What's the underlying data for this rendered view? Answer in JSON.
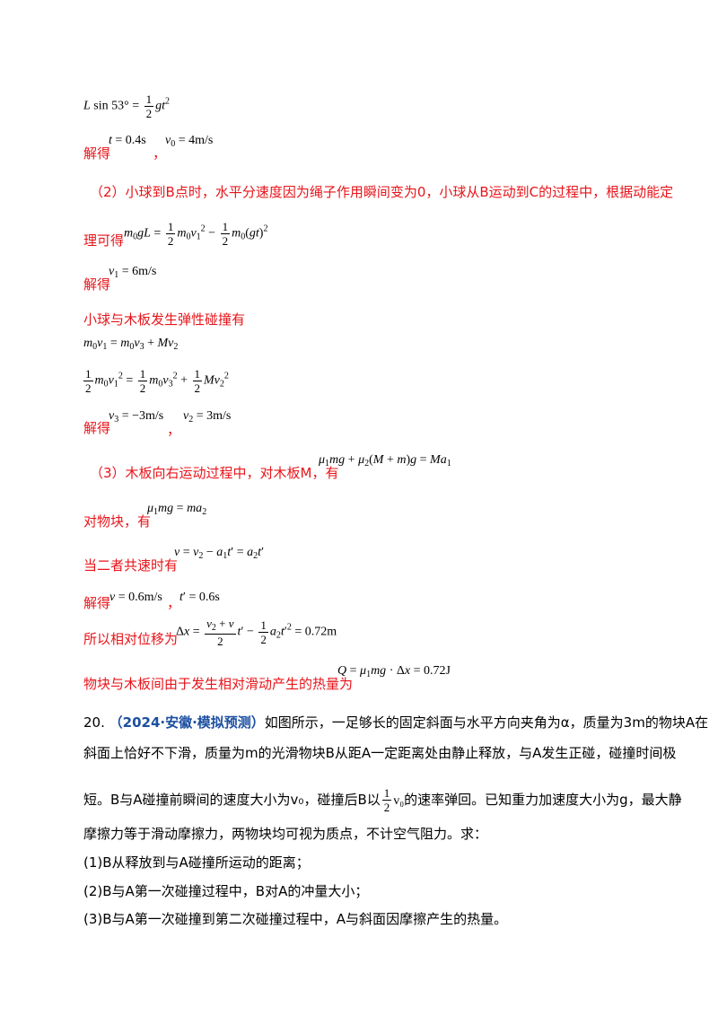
{
  "lines": {
    "l1_eq": "L sin 53° = ½ gt²",
    "l2_label": "解得",
    "l2_eq_a": "t = 0.4s",
    "l2_sep": "，",
    "l2_eq_b": "v₀ = 4m/s",
    "part2_text": "（2）小球到B点时，水平分速度因为绳子作用瞬间变为0，小球从B运动到C的过程中，根据动能定",
    "part2_cont": "理可得",
    "part2_eq": "m₀gL = ½m₀v₁² − ½m₀(gt)²",
    "l5_label": "解得",
    "l5_eq": "v₁ = 6m/s",
    "collision_text": "小球与木板发生弹性碰撞有",
    "eq_momentum": "m₀v₁ = m₀v₃ + Mv₂",
    "eq_energy": "½m₀v₁² = ½m₀v₃² + ½Mv₂²",
    "l8_label": "解得",
    "l8_eq_a": "v₃ = −3m/s",
    "l8_sep": "，",
    "l8_eq_b": "v₂ = 3m/s",
    "part3_text": "（3）木板向右运动过程中，对木板M，有",
    "part3_eq": "μ₁mg + μ₂(M + m)g = Ma₁",
    "block_text": "对物块，有",
    "block_eq": "μ₁mg = ma₂",
    "common_text": "当二者共速时有",
    "common_eq": "v = v₂ − a₁t′ = a₂t′",
    "l12_label": "解得",
    "l12_eq_a": "v = 0.6m/s",
    "l12_sep": "，",
    "l12_eq_b": "t′ = 0.6s",
    "disp_text": "所以相对位移为",
    "disp_eq": "Δx = (v₂ + v)/2 · t′ − ½a₂t′² = 0.72m",
    "heat_text": "物块与木板间由于发生相对滑动产生的热量为",
    "heat_eq": "Q = μ₁mg · Δx = 0.72J"
  },
  "problem": {
    "number": "20.",
    "source": "（2024·安徽·模拟预测）",
    "p1": "如图所示，一足够长的固定斜面与水平方向夹角为α，质量为3m的物块A在",
    "p2": "斜面上恰好不下滑，质量为m的光滑物块B从距A一定距离处由静止释放，与A发生正碰，碰撞时间极",
    "p3a": "短。B与A碰撞前瞬间的速度大小为v₀，碰撞后B以",
    "p3_frac_num": "1",
    "p3_frac_den": "2",
    "p3_v": "v₀",
    "p3b": "的速率弹回。已知重力加速度大小为g，最大静",
    "p4": "摩擦力等于滑动摩擦力，两物块均可视为质点，不计空气阻力。求：",
    "q1": "(1)B从释放到与A碰撞所运动的距离；",
    "q2": "(2)B与A第一次碰撞过程中，B对A的冲量大小；",
    "q3": "(3)B与A第一次碰撞到第二次碰撞过程中，A与斜面因摩擦产生的热量。"
  },
  "colors": {
    "answer_red": "#e8141a",
    "source_blue": "#1c4fa0",
    "text_black": "#000000"
  }
}
